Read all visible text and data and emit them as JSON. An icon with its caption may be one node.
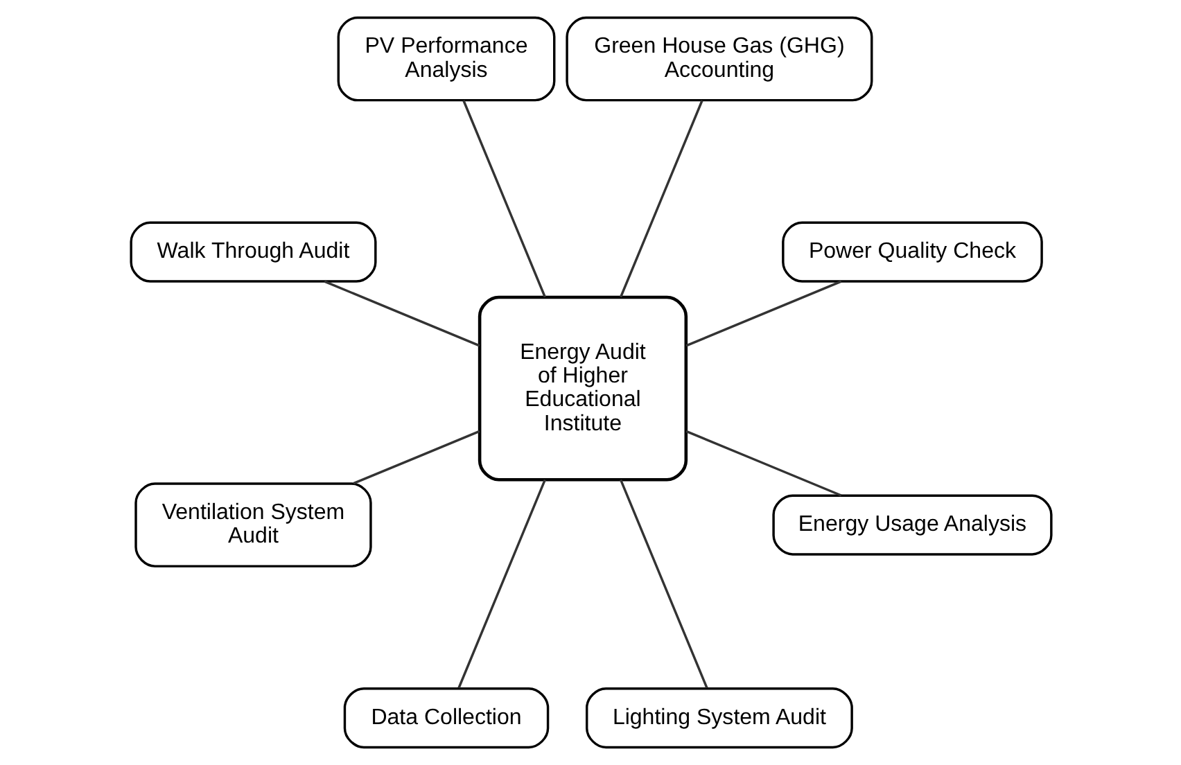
{
  "diagram": {
    "nodes": [
      {
        "text": [
          "Energy Audit of Higher Educational Institute"
        ]
      },
      {
        "text": [
          "Power Quality Check"
        ]
      },
      {
        "text": [
          "Green House Gas (GHG) Accounting"
        ]
      },
      {
        "text": [
          "PV Performance Analysis"
        ]
      },
      {
        "text": [
          "Walk Through Audit"
        ]
      },
      {
        "text": [
          "Ventilation System Audit"
        ]
      },
      {
        "text": [
          "Data Collection"
        ]
      },
      {
        "text": [
          "Lighting System Audit"
        ]
      },
      {
        "text": [
          "Energy Usage Analysis"
        ]
      }
    ],
    "edges": [
      {
        "from": 0,
        "to": 1,
        "arrow": "none"
      },
      {
        "from": 0,
        "to": 2,
        "arrow": "none"
      },
      {
        "from": 0,
        "to": 3,
        "arrow": "none"
      },
      {
        "from": 0,
        "to": 4,
        "arrow": "none"
      },
      {
        "from": 0,
        "to": 5,
        "arrow": "none"
      },
      {
        "from": 0,
        "to": 6,
        "arrow": "none"
      },
      {
        "from": 0,
        "to": 7,
        "arrow": "none"
      },
      {
        "from": 0,
        "to": 8,
        "arrow": "none"
      }
    ]
  }
}
